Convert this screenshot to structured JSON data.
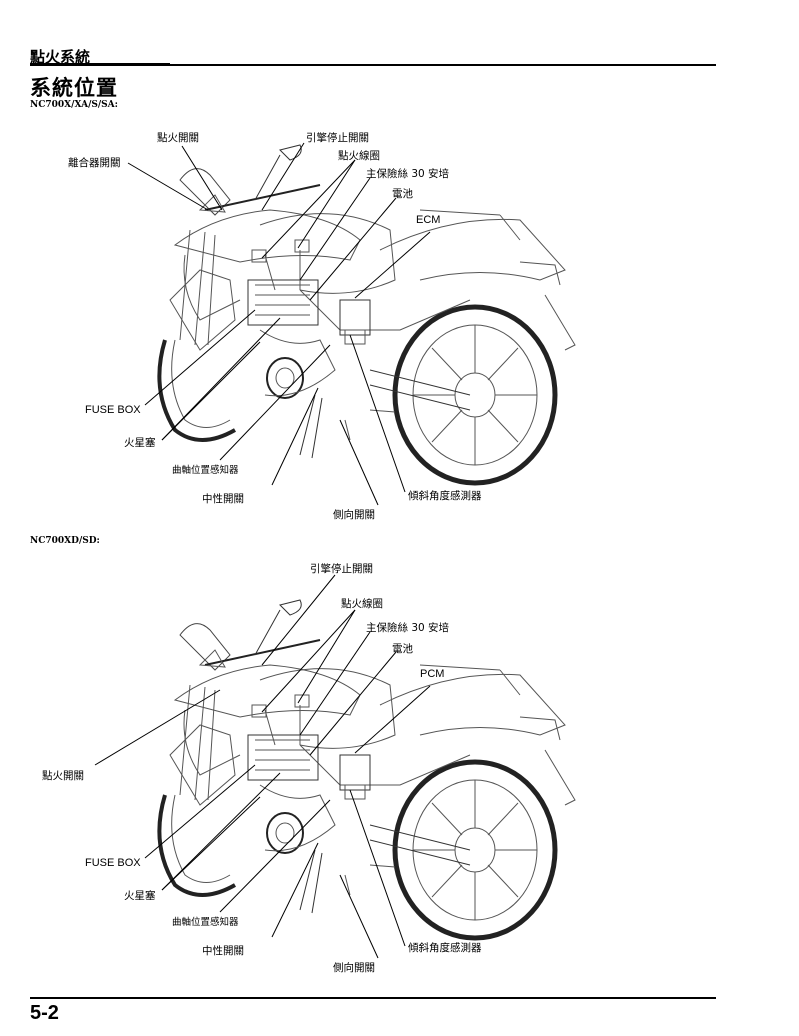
{
  "header": {
    "chapter": "點火系統",
    "section": "系統位置"
  },
  "footer": {
    "page": "5-2"
  },
  "diagrams": [
    {
      "model": "NC700X/XA/S/SA:",
      "labels": {
        "ignition_switch": "點火開關",
        "engine_stop_switch": "引擎停止開關",
        "clutch_switch": "離合器開關",
        "ignition_coil": "點火線圈",
        "main_fuse": "主保險絲 30 安培",
        "battery": "電池",
        "control_unit": "ECM",
        "fuse_box": "FUSE BOX",
        "spark_plug": "火星塞",
        "ckp_sensor": "曲軸位置感知器",
        "neutral_switch": "中性開關",
        "bank_angle_sensor": "傾斜角度感測器",
        "side_stand_switch": "側向開關"
      }
    },
    {
      "model": "NC700XD/SD:",
      "labels": {
        "engine_stop_switch": "引擎停止開關",
        "ignition_coil": "點火線圈",
        "main_fuse": "主保險絲 30 安培",
        "battery": "電池",
        "control_unit": "PCM",
        "ignition_switch": "點火開關",
        "fuse_box": "FUSE BOX",
        "spark_plug": "火星塞",
        "ckp_sensor": "曲軸位置感知器",
        "neutral_switch": "中性開關",
        "bank_angle_sensor": "傾斜角度感測器",
        "side_stand_switch": "側向開關"
      }
    }
  ]
}
